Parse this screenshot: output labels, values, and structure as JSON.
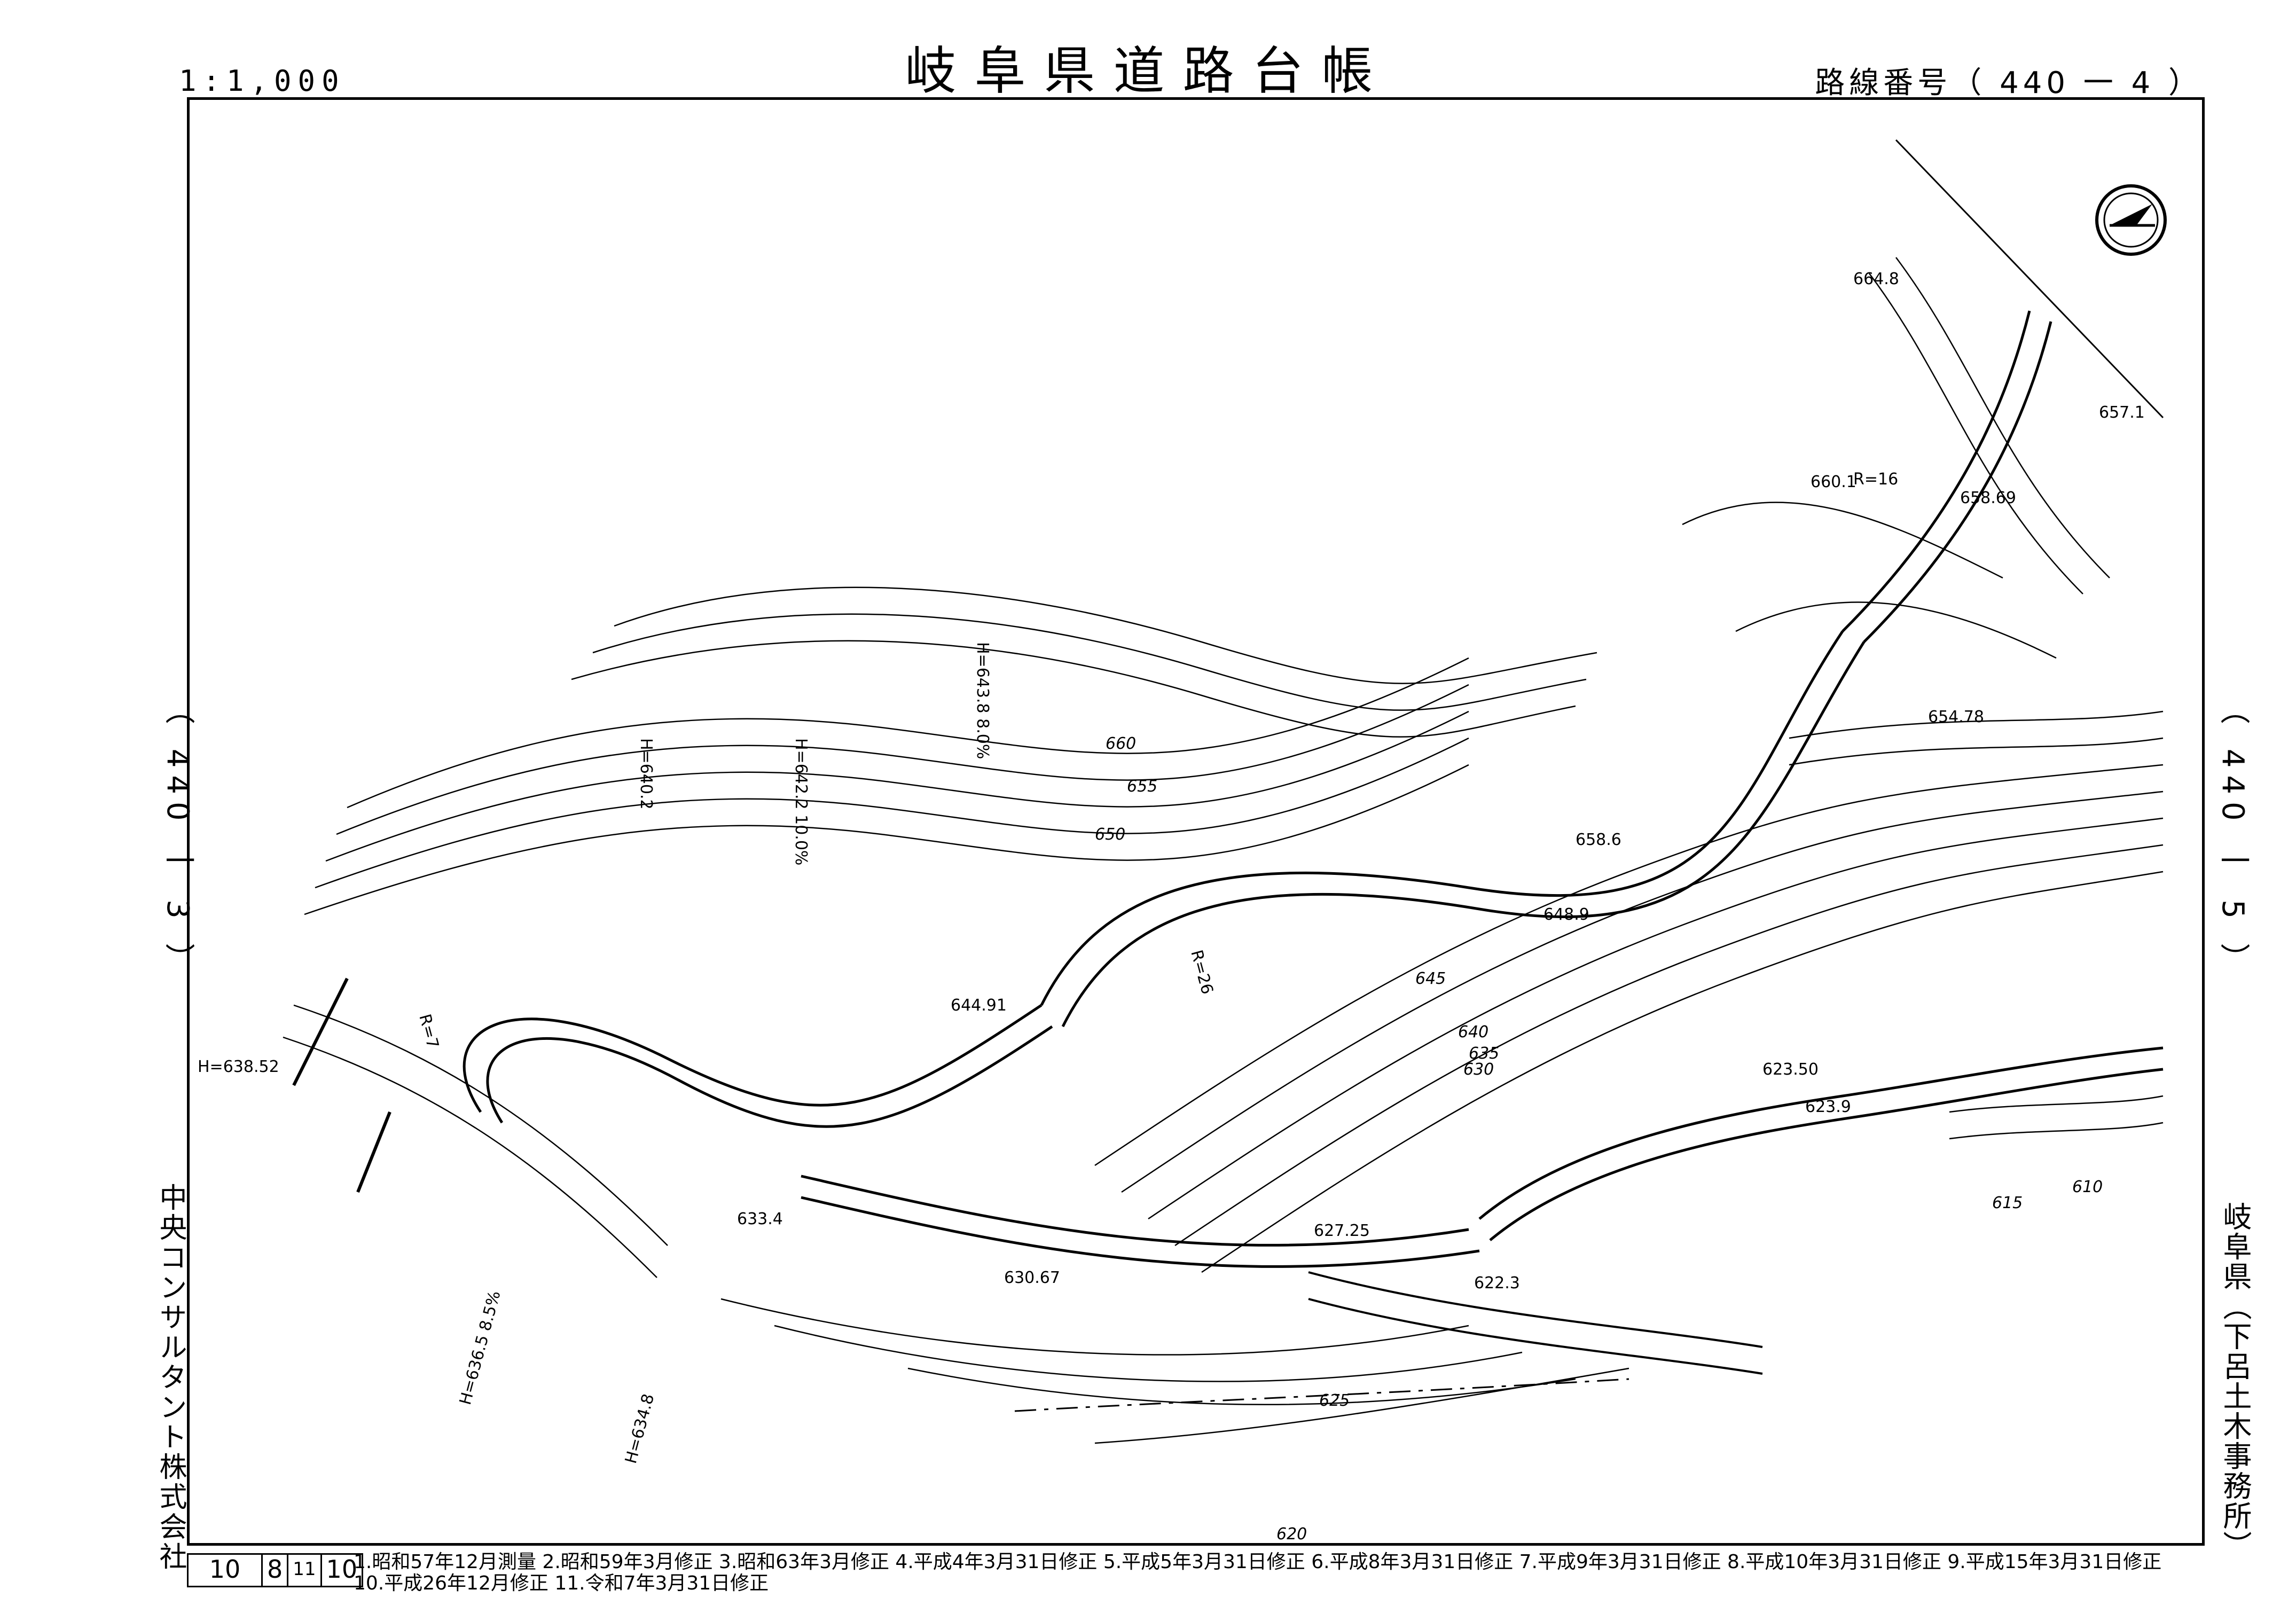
{
  "header": {
    "title": "岐阜県道路台帳",
    "scale": "1:1,000",
    "route_number": "路線番号（ 440 一  4  ）"
  },
  "side": {
    "left_route": "（ 440 一 3 ）",
    "right_route": "（ 440 一 5 ）",
    "company": "中央コンサルタント株式会社",
    "office": "岐阜県（下呂土木事務所）"
  },
  "footer": {
    "sheet_numbers": [
      "10",
      "8",
      "11",
      "10"
    ],
    "revision_history": "1.昭和57年12月測量 2.昭和59年3月修正 3.昭和63年3月修正 4.平成4年3月31日修正 5.平成5年3月31日修正 6.平成8年3月31日修正 7.平成9年3月31日修正 8.平成10年3月31日修正 9.平成15年3月31日修正 10.平成26年12月修正 11.令和7年3月31日修正"
  },
  "map": {
    "north_arrow_icon": "north-arrow-icon",
    "contours": [
      "660",
      "655",
      "650",
      "645",
      "640",
      "635",
      "630",
      "625",
      "620",
      "615",
      "610"
    ],
    "spot_heights": [
      "664.8",
      "657.1",
      "660.1",
      "658.69",
      "654.78",
      "658.6",
      "648.9",
      "644.91",
      "623.50",
      "623.9",
      "627.25",
      "622.3",
      "633.4",
      "630.67"
    ],
    "curves": [
      "R=16",
      "R=26",
      "R=7"
    ],
    "grades": [
      {
        "h": "H=643.8",
        "pct": "8.0%"
      },
      {
        "h": "H=642.2",
        "pct": "10.0%"
      },
      {
        "h": "H=640.2",
        "pct": ""
      },
      {
        "h": "H=636.5",
        "pct": "8.5%"
      },
      {
        "h": "H=634.8",
        "pct": ""
      }
    ],
    "h_left": "H=638.52"
  }
}
